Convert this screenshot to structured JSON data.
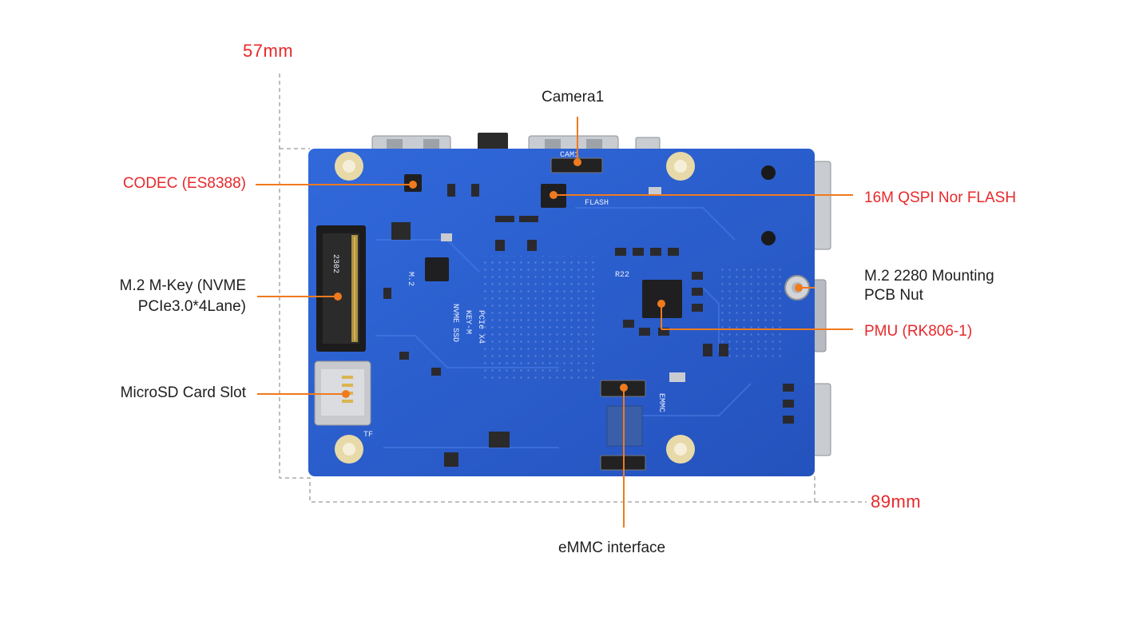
{
  "diagram": {
    "dimensions": {
      "height_label": "57mm",
      "width_label": "89mm"
    },
    "callouts": {
      "camera": "Camera1",
      "codec": "CODEC (ES8388)",
      "flash": "16M QSPI Nor FLASH",
      "m2_line1": "M.2 M-Key (NVME",
      "m2_line2": "PCIe3.0*4Lane)",
      "mounting_line1": "M.2 2280 Mounting",
      "mounting_line2": "PCB Nut",
      "pmu": "PMU (RK806-1)",
      "microsd": "MicroSD Card Slot",
      "emmc": "eMMC interface"
    },
    "silkscreen": {
      "cam": "CAM1",
      "flash": "FLASH",
      "m2": "M.2",
      "m2_part": "2302",
      "nvme": "NVME SSD",
      "key": "KEY-M",
      "pcie": "PCIe X4",
      "r22": "R22",
      "emmc": "EMMC",
      "tf": "TF"
    },
    "colors": {
      "pcb": "#2a5fd0",
      "leader": "#f07a1e",
      "highlight_label": "#e8282b",
      "text": "#1f1f1f",
      "dimension_line": "#9a9a9a"
    }
  }
}
